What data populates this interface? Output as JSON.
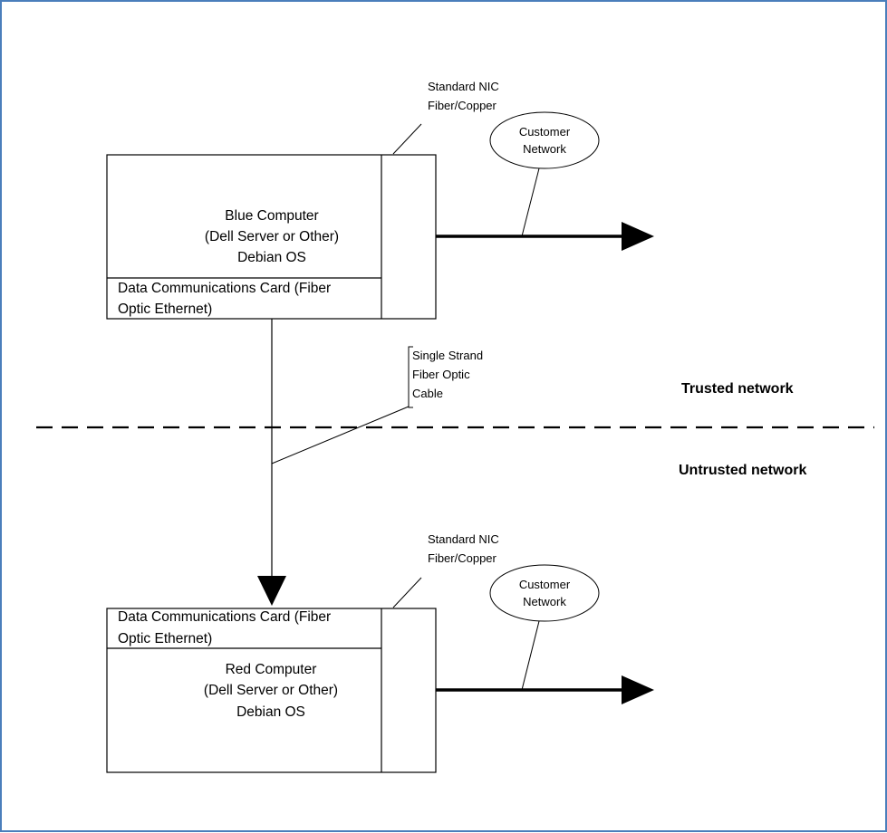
{
  "colors": {
    "frame_border": "#4a7ebb",
    "stroke": "#000000",
    "background": "#ffffff"
  },
  "blue": {
    "name": "Blue Computer",
    "type": "(Dell Server or Other)",
    "os": "Debian OS",
    "card_line1": "Data Communications Card (Fiber",
    "card_line2": "Optic Ethernet)",
    "nic_line1": "Standard NIC",
    "nic_line2": "Fiber/Copper",
    "cloud_line1": "Customer",
    "cloud_line2": "Network"
  },
  "red": {
    "name": "Red Computer",
    "type": "(Dell Server or Other)",
    "os": "Debian OS",
    "card_line1": "Data Communications Card (Fiber",
    "card_line2": "Optic Ethernet)",
    "nic_line1": "Standard NIC",
    "nic_line2": "Fiber/Copper",
    "cloud_line1": "Customer",
    "cloud_line2": "Network"
  },
  "cable": {
    "line1": "Single Strand",
    "line2": "Fiber Optic",
    "line3": "Cable"
  },
  "zones": {
    "trusted": "Trusted network",
    "untrusted": "Untrusted network"
  }
}
